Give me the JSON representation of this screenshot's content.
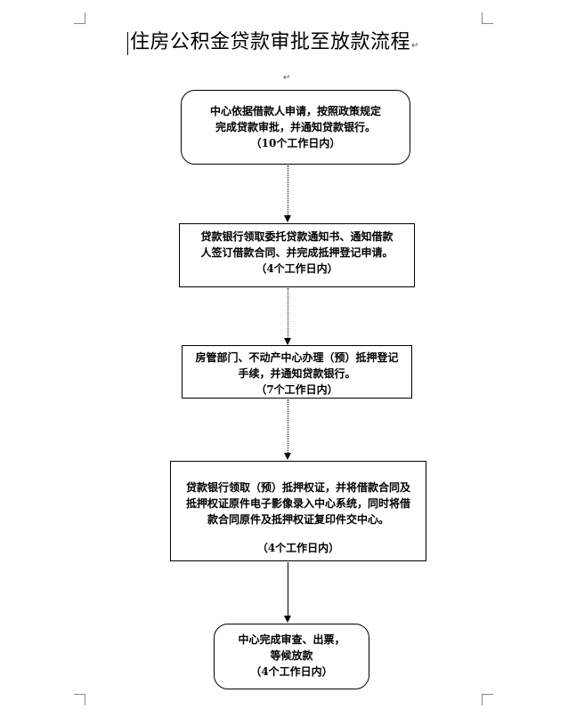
{
  "title": "住房公积金贷款审批至放款流程",
  "para_mark": "↵",
  "steps": [
    {
      "lines": [
        "中心依据借款人申请，按照政策规定",
        "完成贷款审批，并通知贷款银行。",
        "（10个工作日内）"
      ]
    },
    {
      "lines": [
        "贷款银行领取委托贷款通知书、通知借款",
        "人签订借款合同、并完成抵押登记申请。",
        "（4个工作日内）"
      ]
    },
    {
      "lines": [
        "房管部门、不动产中心办理（预）抵押登记",
        "手续，并通知贷款银行。",
        "（7个工作日内）"
      ]
    },
    {
      "lines": [
        "贷款银行领取（预）抵押权证，并将借款合同及",
        "抵押权证原件电子影像录入中心系统，同时将借",
        "款合同原件及抵押权证复印件交中心。",
        "（4个工作日内）"
      ]
    },
    {
      "lines": [
        "中心完成审查、出票，",
        "等候放款",
        "（4个工作日内）"
      ]
    }
  ]
}
